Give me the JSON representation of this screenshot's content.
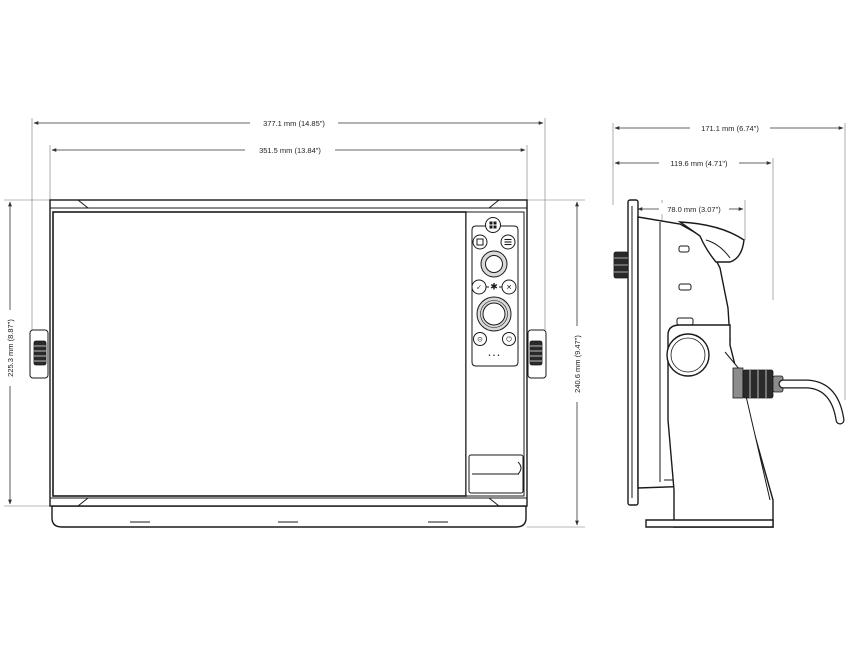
{
  "dimensions": {
    "overall_width": "377.1 mm (14.85\")",
    "screen_width": "351.5 mm (13.84\")",
    "side_overall_depth": "171.1 mm (6.74\")",
    "side_bracket_depth": "119.6 mm (4.71\")",
    "side_unit_depth": "78.0 mm (3.07\")",
    "front_height": "225.3 mm (8.87\")",
    "overall_height": "240.6 mm (9.47\")"
  },
  "keypad": {
    "button_icons": [
      "grid-icon",
      "square-icon",
      "menu-icon",
      "check-icon",
      "waypoint-star-icon",
      "close-icon",
      "pin-icon",
      "power-icon"
    ],
    "check_glyph": "✓",
    "star_glyph": "✱",
    "close_glyph": "✕",
    "pin_glyph": "⊙",
    "power_glyph": "⏻",
    "dots_glyph": "• • •"
  }
}
